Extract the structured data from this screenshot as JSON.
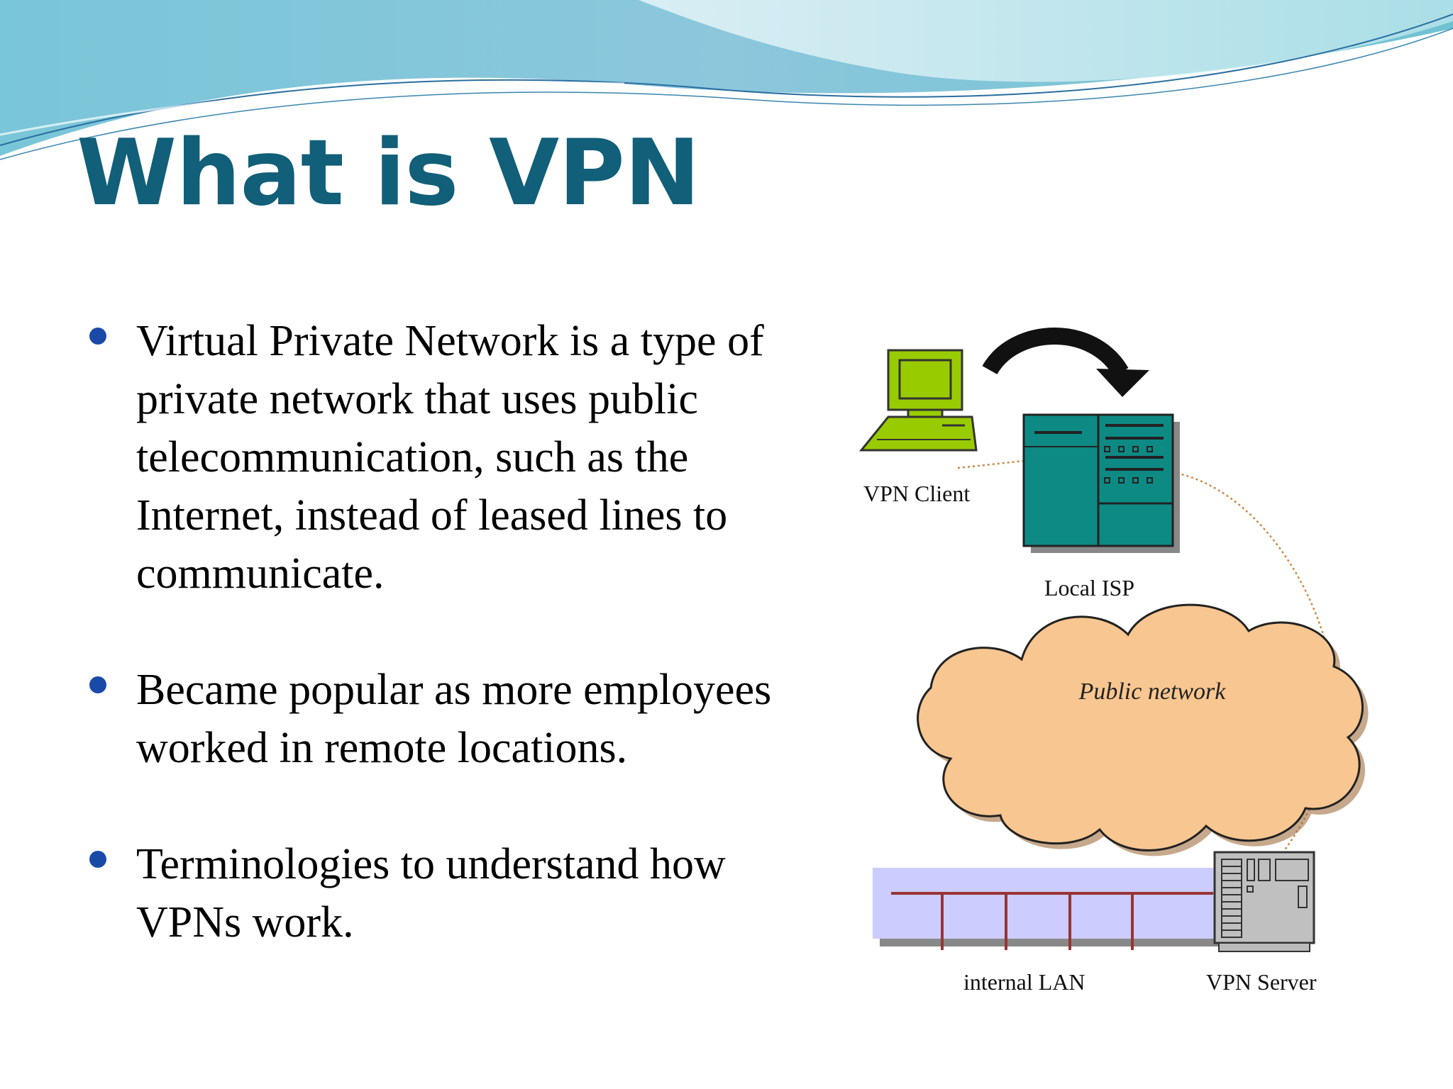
{
  "slide": {
    "title": "What is VPN",
    "bullets": [
      {
        "text": "Virtual Private Network is a type of private network that uses public telecommunication, such as the Internet, instead of leased lines to communicate."
      },
      {
        "text": "Became popular as more employees worked in remote locations."
      },
      {
        "text": "Terminologies to understand how VPNs work."
      }
    ]
  },
  "diagram": {
    "labels": {
      "vpn_client": "VPN Client",
      "local_isp": "Local ISP",
      "public_network": "Public network",
      "internal_lan": "internal LAN",
      "vpn_server": "VPN Server"
    }
  },
  "colors": {
    "title": "#115f79",
    "bullet_dot": "#1a4aa8",
    "wave_dark": "#4aa6c2",
    "wave_light": "#bfe6ee",
    "client_green": "#99cc00",
    "isp_teal": "#0e8a84",
    "cloud": "#f8c690",
    "lan_band": "#ccccff",
    "lan_wire": "#993333",
    "server_gray": "#c0c0c0",
    "dotted_link": "#cc8844"
  }
}
